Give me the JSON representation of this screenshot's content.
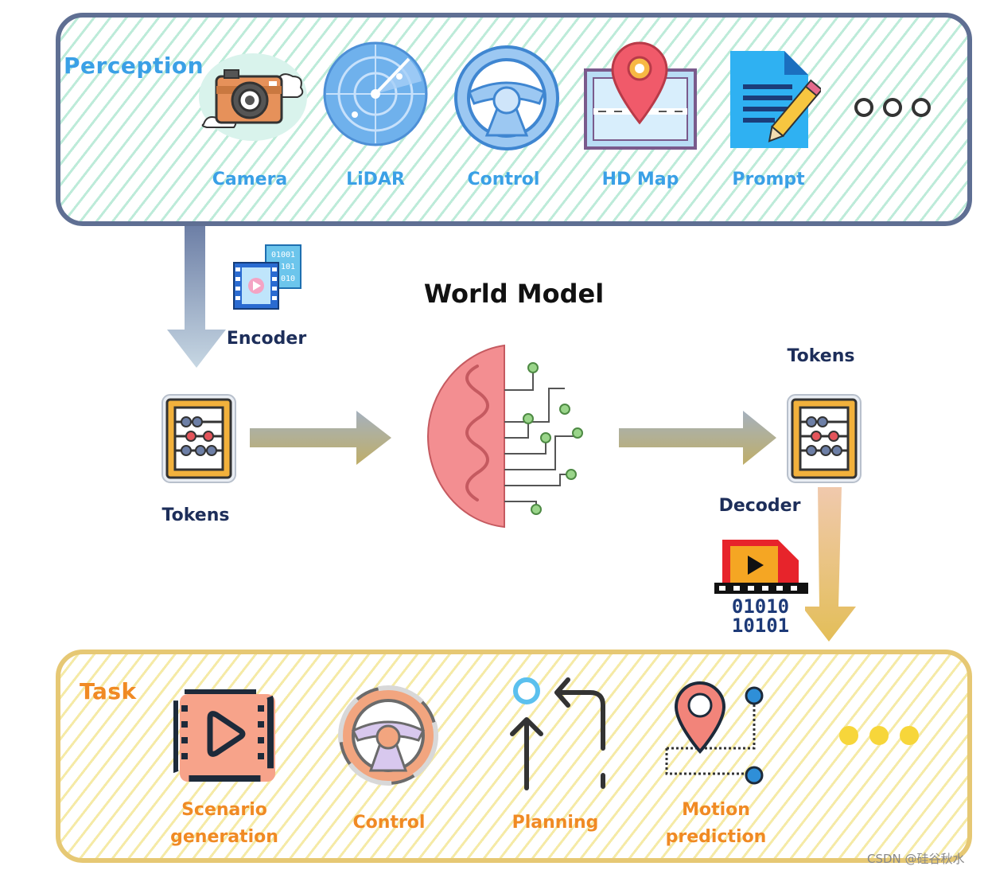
{
  "perception": {
    "title": "Perception",
    "items": [
      {
        "label": "Camera",
        "icon": "camera-icon"
      },
      {
        "label": "LiDAR",
        "icon": "lidar-radar-icon"
      },
      {
        "label": "Control",
        "icon": "steering-wheel-icon"
      },
      {
        "label": "HD Map",
        "icon": "map-pin-icon"
      },
      {
        "label": "Prompt",
        "icon": "document-pencil-icon"
      }
    ],
    "more_icon": "ellipsis-icon"
  },
  "encoder": {
    "label": "Encoder",
    "icon": "binary-video-icon"
  },
  "world_model": {
    "title": "World Model",
    "icon": "brain-circuit-icon"
  },
  "tokens_in": {
    "label": "Tokens",
    "icon": "abacus-icon"
  },
  "tokens_out": {
    "label": "Tokens",
    "icon": "abacus-icon"
  },
  "decoder": {
    "label": "Decoder",
    "icon": "video-binary-icon",
    "code_line1": "01010",
    "code_line2": "10101"
  },
  "encoder_code": {
    "line1": "01001",
    "line2": "101",
    "line3": "010"
  },
  "task": {
    "title": "Task",
    "items": [
      {
        "label_line1": "Scenario",
        "label_line2": "generation",
        "icon": "video-play-icon"
      },
      {
        "label_line1": "Control",
        "label_line2": "",
        "icon": "steering-wheel-icon"
      },
      {
        "label_line1": "Planning",
        "label_line2": "",
        "icon": "route-arrows-icon"
      },
      {
        "label_line1": "Motion",
        "label_line2": "prediction",
        "icon": "map-pin-path-icon"
      }
    ],
    "more_icon": "ellipsis-icon"
  },
  "colors": {
    "perception_border": "#5f6f93",
    "task_border": "#e6c874",
    "perception_text": "#3aa0e6",
    "task_text": "#f08a24",
    "label_text": "#1d2e5a"
  },
  "watermark": "CSDN @硅谷秋水"
}
